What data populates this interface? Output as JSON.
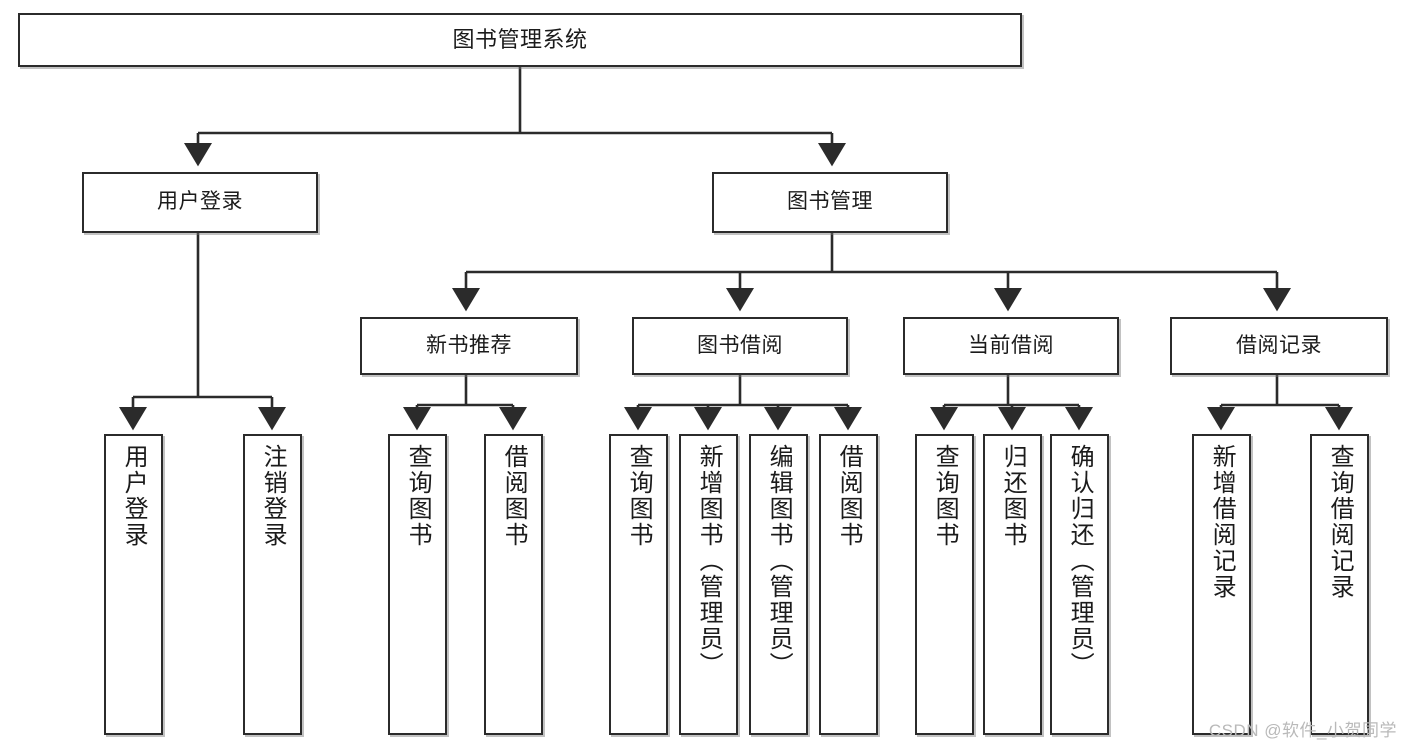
{
  "diagram": {
    "title": "图书管理系统",
    "watermark": "CSDN @软件_小贺同学",
    "colors": {
      "box_border": "#2b2b2b",
      "box_fill": "#ffffff",
      "edge": "#2b2b2b",
      "text": "#1b1b1b",
      "watermark": "#b9b9b9"
    },
    "root": {
      "label": "图书管理系统"
    },
    "level2": [
      {
        "id": "user-login",
        "label": "用户登录"
      },
      {
        "id": "book-manage",
        "label": "图书管理"
      }
    ],
    "level3": [
      {
        "id": "new-book-recommend",
        "label": "新书推荐"
      },
      {
        "id": "book-borrow",
        "label": "图书借阅"
      },
      {
        "id": "current-borrow",
        "label": "当前借阅"
      },
      {
        "id": "borrow-record",
        "label": "借阅记录"
      }
    ],
    "leaves": [
      {
        "id": "leaf-user-login",
        "label": "用户登录",
        "parent": "user-login"
      },
      {
        "id": "leaf-logout",
        "label": "注销登录",
        "parent": "user-login"
      },
      {
        "id": "leaf-query-book-1",
        "label": "查询图书",
        "parent": "new-book-recommend"
      },
      {
        "id": "leaf-borrow-book-1",
        "label": "借阅图书",
        "parent": "new-book-recommend"
      },
      {
        "id": "leaf-query-book-2",
        "label": "查询图书",
        "parent": "book-borrow"
      },
      {
        "id": "leaf-add-book",
        "label": "新增图书（管理员）",
        "parent": "book-borrow"
      },
      {
        "id": "leaf-edit-book",
        "label": "编辑图书（管理员）",
        "parent": "book-borrow"
      },
      {
        "id": "leaf-borrow-book-2",
        "label": "借阅图书",
        "parent": "book-borrow"
      },
      {
        "id": "leaf-query-book-3",
        "label": "查询图书",
        "parent": "current-borrow"
      },
      {
        "id": "leaf-return-book",
        "label": "归还图书",
        "parent": "current-borrow"
      },
      {
        "id": "leaf-confirm-return",
        "label": "确认归还（管理员）",
        "parent": "current-borrow"
      },
      {
        "id": "leaf-add-record",
        "label": "新增借阅记录",
        "parent": "borrow-record"
      },
      {
        "id": "leaf-query-record",
        "label": "查询借阅记录",
        "parent": "borrow-record"
      }
    ]
  }
}
